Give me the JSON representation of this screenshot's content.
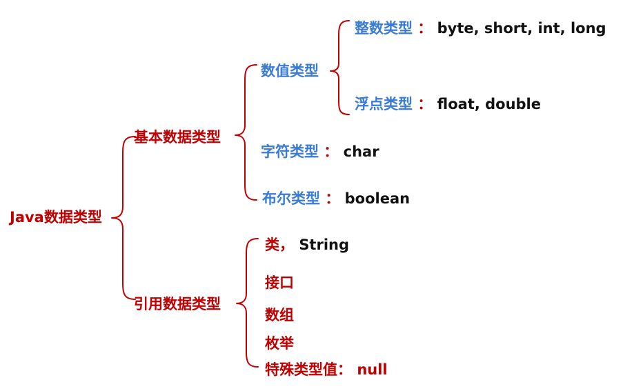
{
  "root": {
    "label": "Java数据类型"
  },
  "primitive": {
    "label": "基本数据类型",
    "numeric": {
      "label": "数值类型",
      "integer": {
        "label": "整数类型",
        "sep": "：",
        "values": "byte, short, int, long"
      },
      "float": {
        "label": "浮点类型",
        "sep": "：",
        "values": "float, double"
      }
    },
    "char": {
      "label": "字符类型",
      "sep": "：",
      "values": "char"
    },
    "boolean": {
      "label": "布尔类型",
      "sep": "：",
      "values": "boolean"
    }
  },
  "reference": {
    "label": "引用数据类型",
    "class": {
      "label": "类，",
      "values": "String"
    },
    "interface": {
      "label": "接口"
    },
    "array": {
      "label": "数组"
    },
    "enum": {
      "label": "枚举"
    },
    "null": {
      "label": "特殊类型值：",
      "values": "null"
    }
  },
  "colors": {
    "brace": "#c00000",
    "category": "#c00000",
    "subcategory": "#3a7bd5",
    "value": "#111111"
  }
}
